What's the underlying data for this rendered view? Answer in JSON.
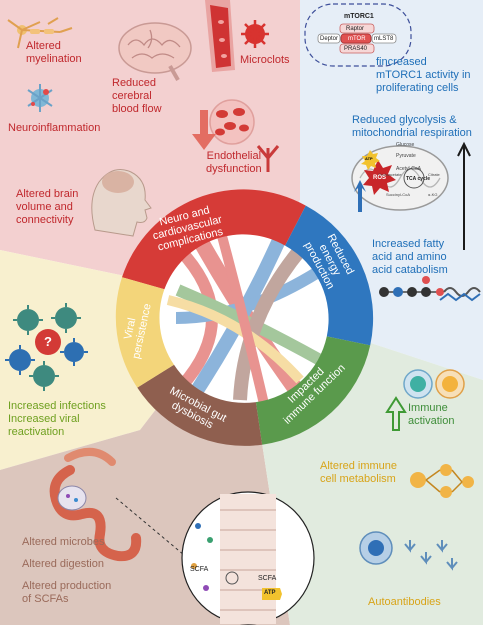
{
  "neuro_panel": {
    "altered_myelination": "Altered\nmyelination",
    "reduced_blood_flow": "Reduced\ncerebral\nblood flow",
    "microclots": "Microclots",
    "neuroinflammation": "Neuroinflammation",
    "endothelial": "Endothelial\ndysfunction",
    "brain_volume": "Altered brain\nvolume and\nconnectivity"
  },
  "energy_panel": {
    "mtorc1_title": "mTORC1",
    "mtorc_parts": [
      "Raptor",
      "Deptor",
      "mTOR",
      "mLST8",
      "PRAS40"
    ],
    "mtorc_increase": "fincreased\nmTORC1 activity in\nproliferating cells",
    "glycolysis": "Reduced glycolysis &\nmitochondrial respiration",
    "fatty_acid": "Increased fatty\nacid and amino\nacid catabolism",
    "atp": "ATP",
    "ros": "ROS",
    "mito_labels": [
      "Glucose",
      "Pyruvate",
      "Acetyl-CoA",
      "TCA cycle",
      "Oxaloacetate",
      "Citrate",
      "Succinyl-CoA",
      "α-KG"
    ]
  },
  "viral_panel": {
    "infections": "Increased infections\nIncreased viral\nreactivation",
    "question": "?"
  },
  "immune_panel": {
    "activation": "Immune\nactivation",
    "metabolism": "Altered immune\ncell metabolism",
    "autoantibodies": "Autoantibodies"
  },
  "gut_panel": {
    "microbes": "Altered microbes",
    "digestion": "Altered digestion",
    "scfa_production": "Altered production\nof SCFAs",
    "scfa": "SCFA",
    "atp": "ATP"
  },
  "wheel": {
    "neuro": "Neuro and\ncardiovascular\ncomplications",
    "energy": "Reduced\nenergy\nproduction",
    "immune": "Impacted\nimmune function",
    "gut": "Microbial gut\ndysbiosis",
    "viral": "Viral\npersistence"
  },
  "colors": {
    "neuro": "#d63b37",
    "energy": "#2f77bf",
    "immune": "#5a9a4c",
    "gut": "#8f5f4f",
    "viral": "#f3d57a",
    "bg_neuro": "#f3d0d0",
    "bg_energy": "#e5edf6",
    "bg_viral": "#f8f1cf",
    "bg_gut": "#dcc7bf",
    "bg_immune": "#e2ecdf"
  }
}
